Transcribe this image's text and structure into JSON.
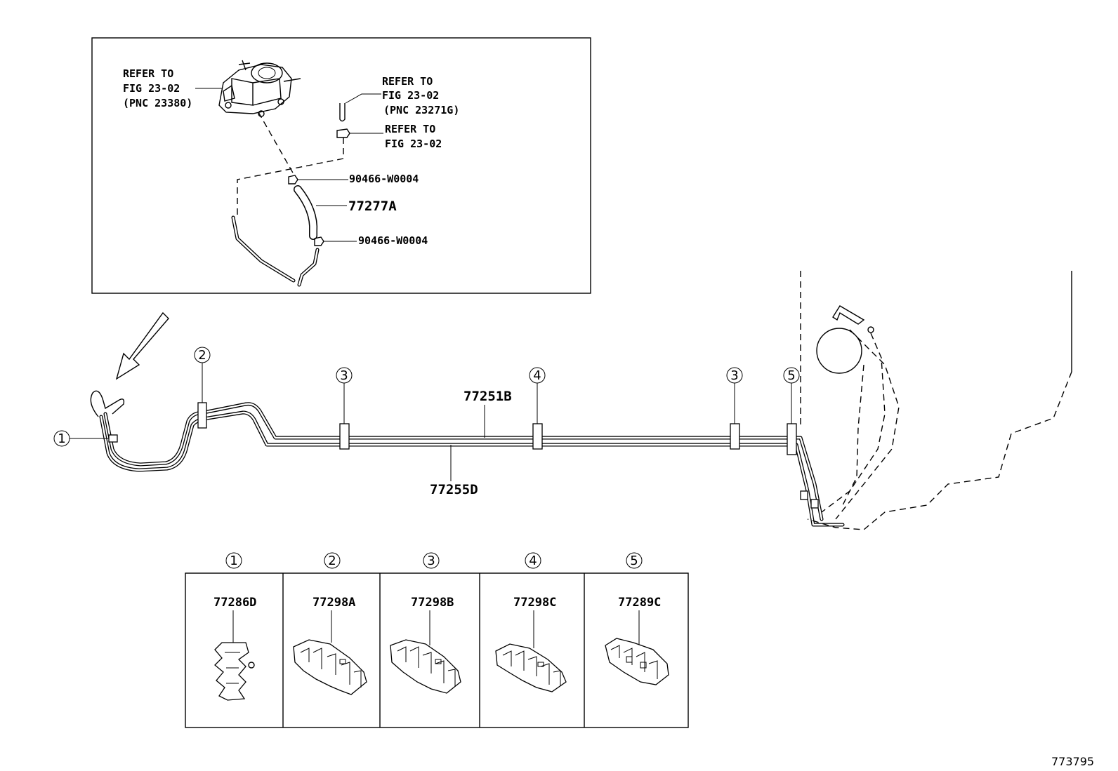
{
  "inset": {
    "ref1": [
      "REFER TO",
      "FIG 23-02",
      "(PNC 23380)"
    ],
    "ref2": [
      "REFER TO",
      "FIG 23-02",
      "(PNC 23271G)"
    ],
    "ref3": [
      "REFER TO",
      "FIG 23-02"
    ],
    "clip_top": "90466-W0004",
    "hose": "77277A",
    "clip_bottom": "90466-W0004"
  },
  "main": {
    "callouts": [
      "1",
      "2",
      "3",
      "4",
      "3",
      "5"
    ],
    "pipe_upper": "77251B",
    "pipe_lower": "77255D"
  },
  "table": {
    "headers": [
      "1",
      "2",
      "3",
      "4",
      "5"
    ],
    "parts": [
      "77286D",
      "77298A",
      "77298B",
      "77298C",
      "77289C"
    ]
  },
  "figure_id": "773795"
}
